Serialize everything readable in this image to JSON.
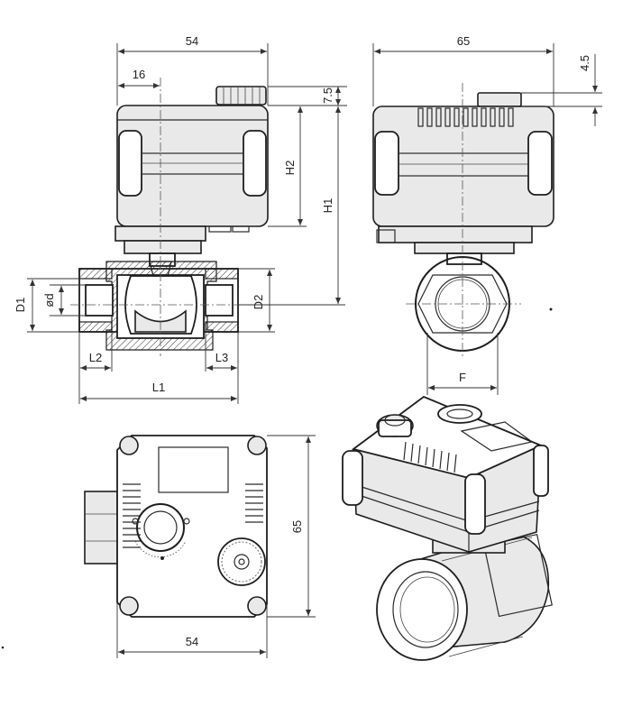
{
  "dimensions": {
    "front_width": "54",
    "offset_16": "16",
    "top_knob": "7.5",
    "h2": "H2",
    "h1": "H1",
    "d1": "D1",
    "phi_d": "ød",
    "d2": "D2",
    "l2": "L2",
    "l3": "L3",
    "l1": "L1",
    "side_width": "65",
    "side_top": "4.5",
    "side_f": "F",
    "top_height": "65",
    "top_width": "54"
  },
  "colors": {
    "line": "#222222",
    "fill": "#e9e9e9",
    "background": "#ffffff"
  }
}
